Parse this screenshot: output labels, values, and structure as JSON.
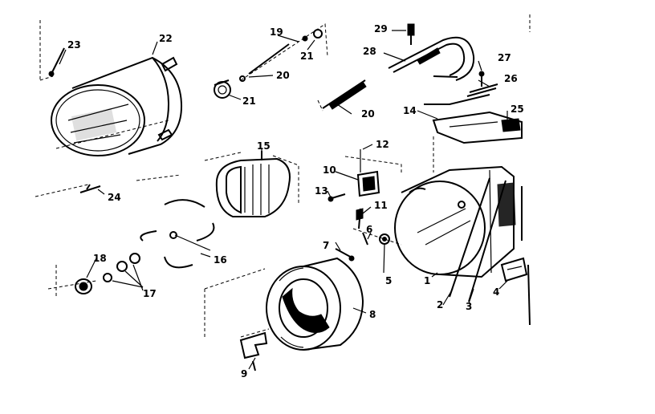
{
  "diagram": {
    "part_labels": [
      "1",
      "2",
      "3",
      "4",
      "5",
      "6",
      "7",
      "8",
      "9",
      "10",
      "11",
      "12",
      "13",
      "14",
      "15",
      "16",
      "17",
      "18",
      "19",
      "20",
      "20",
      "21",
      "21",
      "22",
      "23",
      "24",
      "25",
      "26",
      "27",
      "28",
      "29"
    ],
    "parts": {
      "1": "1",
      "2": "2",
      "3": "3",
      "4": "4",
      "5": "5",
      "6": "6",
      "7": "7",
      "8": "8",
      "9": "9",
      "10": "10",
      "11": "11",
      "12": "12",
      "13": "13",
      "14": "14",
      "15": "15",
      "16": "16",
      "17": "17",
      "18": "18",
      "19": "19",
      "20a": "20",
      "20b": "20",
      "21a": "21",
      "21b": "21",
      "22": "22",
      "23": "23",
      "24": "24",
      "25": "25",
      "26": "26",
      "27": "27",
      "28": "28",
      "29": "29"
    }
  }
}
